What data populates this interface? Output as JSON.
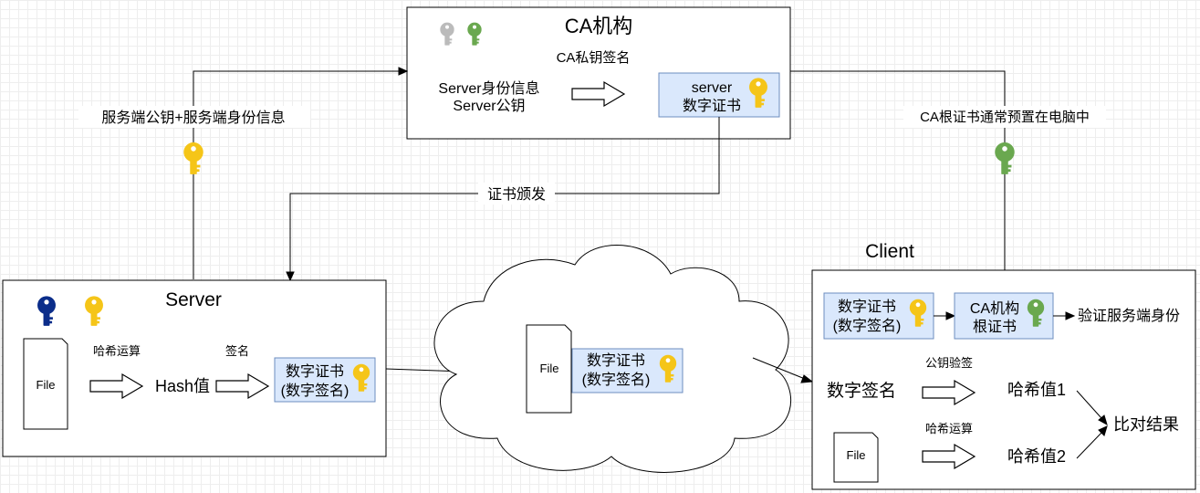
{
  "ca": {
    "title": "CA机构",
    "sign_label": "CA私钥签名",
    "server_info_line1": "Server身份信息",
    "server_info_line2": "Server公钥",
    "cert_line1": "server",
    "cert_line2": "数字证书"
  },
  "edges": {
    "send_to_ca": "服务端公钥+服务端身份信息",
    "cert_issue": "证书颁发",
    "root_preset": "CA根证书通常预置在电脑中"
  },
  "server": {
    "title": "Server",
    "file_label": "File",
    "hash_op": "哈希运算",
    "hash_value": "Hash值",
    "sign_op": "签名",
    "cert_line1": "数字证书",
    "cert_line2": "(数字签名)"
  },
  "cloud": {
    "file_label": "File",
    "cert_line1": "数字证书",
    "cert_line2": "(数字签名)"
  },
  "client": {
    "title": "Client",
    "cert_line1": "数字证书",
    "cert_line2": "(数字签名)",
    "root_line1": "CA机构",
    "root_line2": "根证书",
    "verify_identity": "验证服务端身份",
    "signature_label": "数字签名",
    "pubkey_verify": "公钥验签",
    "hash1": "哈希值1",
    "file_label": "File",
    "hash_op": "哈希运算",
    "hash2": "哈希值2",
    "compare": "比对结果"
  },
  "colors": {
    "cert_fill": "#dae8fc",
    "cert_stroke": "#6c8ebf",
    "gold_key": "#f5c518",
    "green_key": "#6aa84f",
    "gray_key": "#bbbbbb",
    "navy_key": "#0b2d8a"
  },
  "icons": [
    "gray-key-icon",
    "green-key-icon",
    "gold-key-icon",
    "navy-key-icon"
  ]
}
